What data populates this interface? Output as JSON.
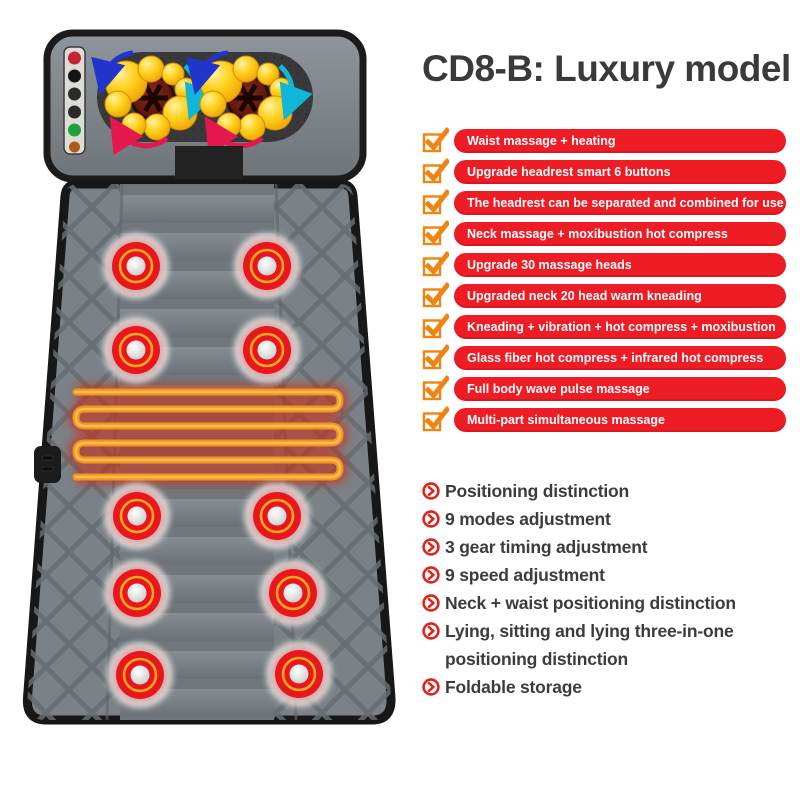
{
  "title": "CD8-B: Luxury model",
  "banners": [
    {
      "text": "Waist massage + heating"
    },
    {
      "text": "Upgrade headrest smart 6 buttons"
    },
    {
      "text": "The headrest can be separated and combined for use"
    },
    {
      "text": "Neck massage + moxibustion hot compress"
    },
    {
      "text": "Upgrade 30 massage heads"
    },
    {
      "text": "Upgraded neck 20 head warm kneading"
    },
    {
      "text": "Kneading + vibration + hot compress + moxibustion"
    },
    {
      "text": "Glass fiber hot compress + infrared hot compress"
    },
    {
      "text": "Full body wave pulse massage"
    },
    {
      "text": "Multi-part simultaneous massage"
    }
  ],
  "bullets": [
    {
      "text": "Positioning distinction"
    },
    {
      "text": "9 modes adjustment"
    },
    {
      "text": "3 gear timing adjustment"
    },
    {
      "text": "9 speed adjustment"
    },
    {
      "text": "Neck + waist positioning distinction"
    },
    {
      "text": "Lying, sitting and lying three-in-one positioning distinction"
    },
    {
      "text": "Foldable storage"
    }
  ],
  "icons": {
    "banner_bullet": "orange-checkbox-check-icon",
    "list_bullet": "red-circle-arrow-icon"
  },
  "colors": {
    "banner_red": "#ee1c25",
    "check_orange": "#ef8410",
    "bullet_red": "#e2231a",
    "title_gray": "#3a3a3a",
    "mat_gray": "#7b8287",
    "coil_orange": "#f7941d",
    "head_red": "#e8161d",
    "kneading_ball_yellow": "#ffd21e"
  },
  "illustration": {
    "massage_head_count": 10,
    "kneading_cluster_count": 2,
    "heating_coil_rows": 6,
    "headrest_button_colors": [
      "#c42330",
      "#141414",
      "#2b2b2b",
      "#2b2b2b",
      "#1fa23b",
      "#b05a1e"
    ]
  }
}
